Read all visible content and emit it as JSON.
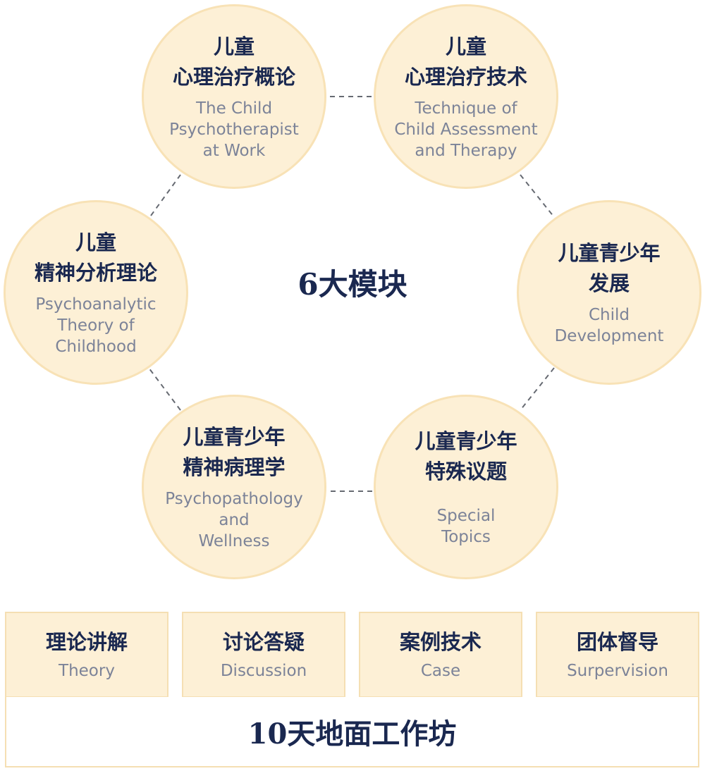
{
  "modules": [
    {
      "zh": "儿童\n心理治疗概论",
      "en": "The Child\nPsychotherapist\nat Work"
    },
    {
      "zh": "儿童\n心理治疗技术",
      "en": "Technique of\nChild Assessment\nand Therapy"
    },
    {
      "zh": "儿童\n精神分析理论",
      "en": "Psychoanalytic\nTheory of\nChildhood"
    },
    {
      "zh": "儿童青少年\n发展",
      "en": "Child\nDevelopment"
    },
    {
      "zh": "儿童青少年\n精神病理学",
      "en": "Psychopathology\nand\nWellness"
    },
    {
      "zh": "儿童青少年\n特殊议题",
      "en": "Special\nTopics"
    }
  ],
  "center_title": "6大模块",
  "features": [
    {
      "zh": "理论讲解",
      "en": "Theory"
    },
    {
      "zh": "讨论答疑",
      "en": "Discussion"
    },
    {
      "zh": "案例技术",
      "en": "Case"
    },
    {
      "zh": "团体督导",
      "en": "Surpervision"
    }
  ],
  "workshop": "10天地面工作坊",
  "colors": {
    "circle_fill": "#fdf0d6",
    "circle_border": "#f8e2b6",
    "heading_navy": "#1a2850",
    "subtitle_gray": "#7c8398"
  }
}
